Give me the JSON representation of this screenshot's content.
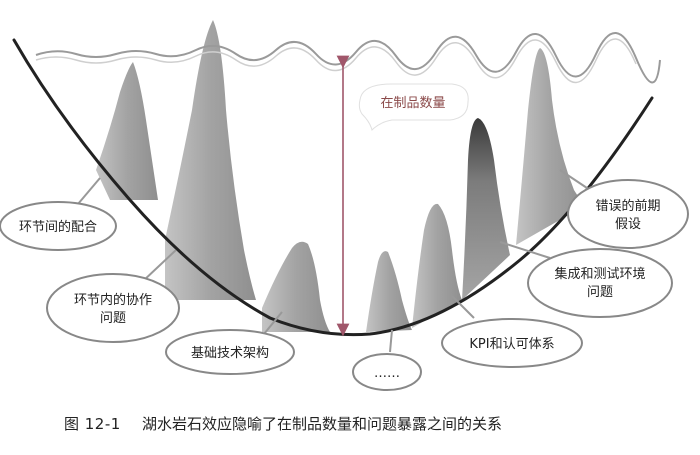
{
  "diagram": {
    "wip_label": "在制品数量",
    "bubbles": {
      "cooperation": "环节间的配合",
      "internal": "环节内的协作\n问题",
      "infrastructure": "基础技术架构",
      "more": "……",
      "kpi": "KPI和认可体系",
      "integration": "集成和测试环境\n问题",
      "assumption": "错误的前期\n假设"
    }
  },
  "caption": {
    "figure_number": "图 12-1",
    "title": "湖水岩石效应隐喻了在制品数量和问题暴露之间的关系"
  },
  "colors": {
    "rock": "#a9a9a9",
    "rock_dark": "#5a5a5a",
    "arrow": "#a0566a",
    "lake_line": "#222222",
    "water_line": "#999999"
  }
}
